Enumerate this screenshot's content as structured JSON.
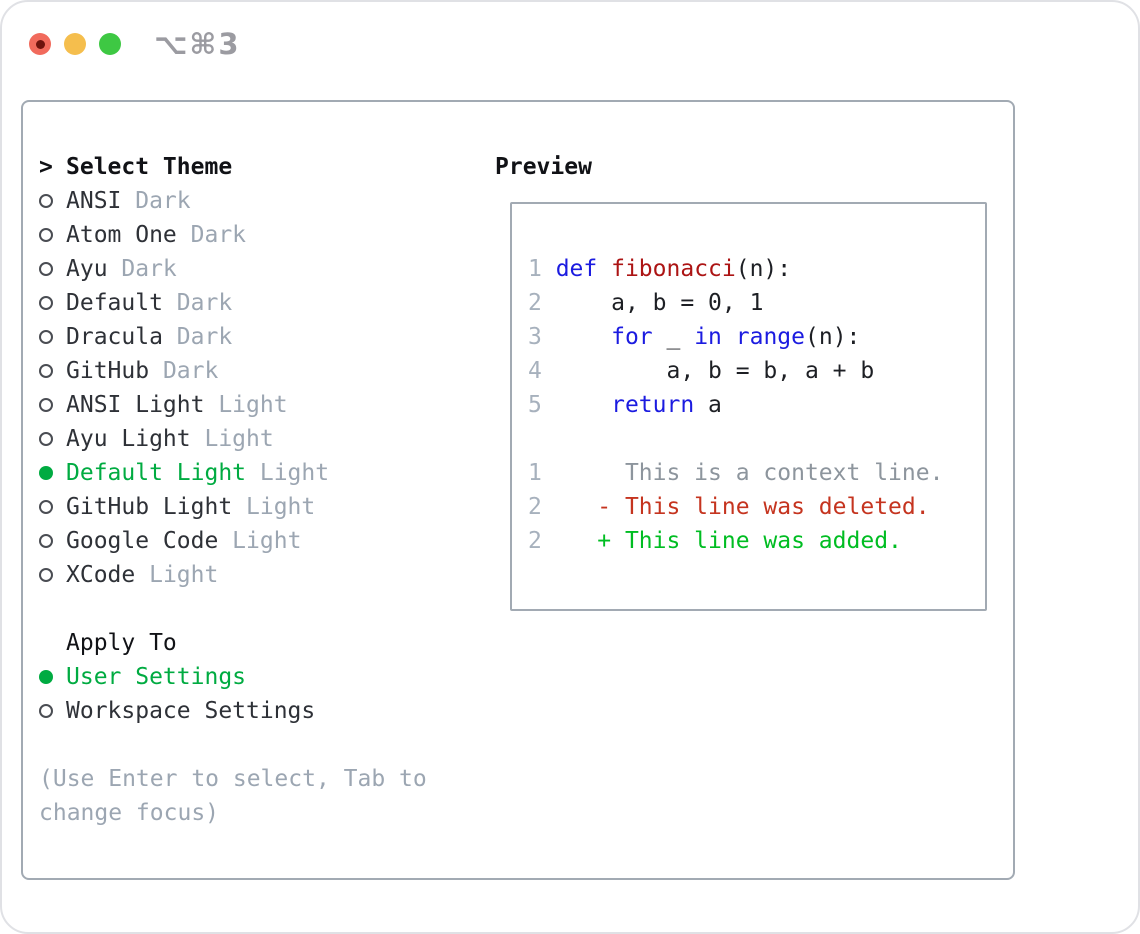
{
  "window": {
    "title": "⌥⌘3",
    "traffic_lights": {
      "close": "#f16a5c",
      "close_dot": "#6e130d",
      "minimize": "#f5be4d",
      "zoom": "#3ec843"
    }
  },
  "colors": {
    "header_text": "#111216",
    "primary_text": "#2e3137",
    "muted_text": "#9ca6b2",
    "selected_green": "#00ab41",
    "circle_stroke": "#4a4d53",
    "panel_border": "#a2aab3",
    "line_number": "#a7b1bd",
    "kw": "#1b1be0",
    "fn": "#ac1414",
    "p": "#1d1f24",
    "ctx": "#8d959d",
    "del": "#c5341f",
    "add": "#00bd22"
  },
  "theme_list": {
    "header_marker": ">",
    "header_label": "Select Theme",
    "items": [
      {
        "name": "ANSI",
        "variant": "Dark",
        "selected": false
      },
      {
        "name": "Atom One",
        "variant": "Dark",
        "selected": false
      },
      {
        "name": "Ayu",
        "variant": "Dark",
        "selected": false
      },
      {
        "name": "Default",
        "variant": "Dark",
        "selected": false
      },
      {
        "name": "Dracula",
        "variant": "Dark",
        "selected": false
      },
      {
        "name": "GitHub",
        "variant": "Dark",
        "selected": false
      },
      {
        "name": "ANSI Light",
        "variant": "Light",
        "selected": false
      },
      {
        "name": "Ayu Light",
        "variant": "Light",
        "selected": false
      },
      {
        "name": "Default Light",
        "variant": "Light",
        "selected": true
      },
      {
        "name": "GitHub Light",
        "variant": "Light",
        "selected": false
      },
      {
        "name": "Google Code",
        "variant": "Light",
        "selected": false
      },
      {
        "name": "XCode",
        "variant": "Light",
        "selected": false
      }
    ]
  },
  "apply_to": {
    "label": "Apply To",
    "options": [
      {
        "name": "User Settings",
        "selected": true
      },
      {
        "name": "Workspace Settings",
        "selected": false
      }
    ]
  },
  "hint": {
    "lines": [
      "(Use Enter to select, Tab to",
      "change focus)"
    ]
  },
  "preview": {
    "label": "Preview",
    "lines": [
      {
        "num": "1",
        "segments": [
          {
            "t": "def",
            "c": "kw"
          },
          {
            "t": " ",
            "c": "p"
          },
          {
            "t": "fibonacci",
            "c": "fn"
          },
          {
            "t": "(n):",
            "c": "p"
          }
        ]
      },
      {
        "num": "2",
        "segments": [
          {
            "t": "    a, b = 0, 1",
            "c": "p"
          }
        ]
      },
      {
        "num": "3",
        "segments": [
          {
            "t": "    ",
            "c": "p"
          },
          {
            "t": "for",
            "c": "kw"
          },
          {
            "t": " _ ",
            "c": "p"
          },
          {
            "t": "in",
            "c": "kw"
          },
          {
            "t": " ",
            "c": "p"
          },
          {
            "t": "range",
            "c": "kw"
          },
          {
            "t": "(n):",
            "c": "p"
          }
        ]
      },
      {
        "num": "4",
        "segments": [
          {
            "t": "        a, b = b, a + b",
            "c": "p"
          }
        ]
      },
      {
        "num": "5",
        "segments": [
          {
            "t": "    ",
            "c": "p"
          },
          {
            "t": "return",
            "c": "kw"
          },
          {
            "t": " a",
            "c": "p"
          }
        ]
      },
      {
        "num": "",
        "segments": []
      },
      {
        "num": "1",
        "segments": [
          {
            "t": "     This is a context line.",
            "c": "ctx"
          }
        ]
      },
      {
        "num": "2",
        "segments": [
          {
            "t": "   - This line was deleted.",
            "c": "del"
          }
        ]
      },
      {
        "num": "2",
        "segments": [
          {
            "t": "   + This line was added.",
            "c": "add"
          }
        ]
      }
    ]
  }
}
